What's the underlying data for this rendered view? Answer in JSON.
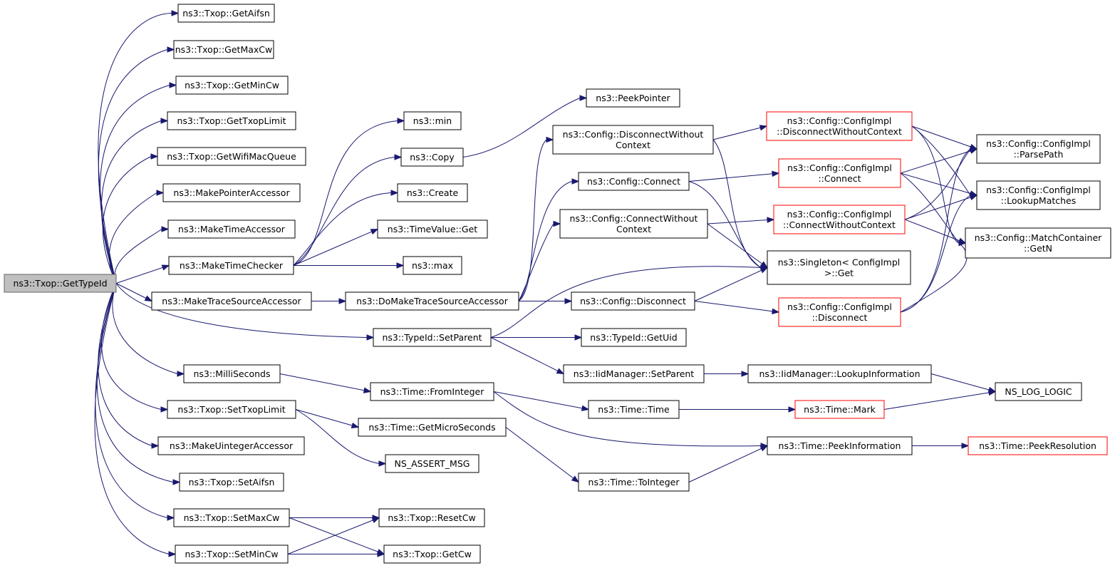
{
  "nodes": {
    "root": {
      "lines": [
        "ns3::Txop::GetTypeId"
      ]
    },
    "getaifsn": {
      "lines": [
        "ns3::Txop::GetAifsn"
      ]
    },
    "getmaxcw": {
      "lines": [
        "ns3::Txop::GetMaxCw"
      ]
    },
    "getmincw": {
      "lines": [
        "ns3::Txop::GetMinCw"
      ]
    },
    "gettxoplimit": {
      "lines": [
        "ns3::Txop::GetTxopLimit"
      ]
    },
    "getwifimacqueue": {
      "lines": [
        "ns3::Txop::GetWifiMacQueue"
      ]
    },
    "makepointeraccessor": {
      "lines": [
        "ns3::MakePointerAccessor"
      ]
    },
    "maketimeaccessor": {
      "lines": [
        "ns3::MakeTimeAccessor"
      ]
    },
    "maketimechecker": {
      "lines": [
        "ns3::MakeTimeChecker"
      ]
    },
    "maketracesourceaccessor": {
      "lines": [
        "ns3::MakeTraceSourceAccessor"
      ]
    },
    "millis": {
      "lines": [
        "ns3::MilliSeconds"
      ]
    },
    "settxoplimit": {
      "lines": [
        "ns3::Txop::SetTxopLimit"
      ]
    },
    "makeuintegeraccessor": {
      "lines": [
        "ns3::MakeUintegerAccessor"
      ]
    },
    "setaifsn": {
      "lines": [
        "ns3::Txop::SetAifsn"
      ]
    },
    "setmaxcw": {
      "lines": [
        "ns3::Txop::SetMaxCw"
      ]
    },
    "setmincw": {
      "lines": [
        "ns3::Txop::SetMinCw"
      ]
    },
    "min": {
      "lines": [
        "ns3::min"
      ]
    },
    "copy": {
      "lines": [
        "ns3::Copy"
      ]
    },
    "create": {
      "lines": [
        "ns3::Create"
      ]
    },
    "timevalueget": {
      "lines": [
        "ns3::TimeValue::Get"
      ]
    },
    "max": {
      "lines": [
        "ns3::max"
      ]
    },
    "domake": {
      "lines": [
        "ns3::DoMakeTraceSourceAccessor"
      ]
    },
    "setparent": {
      "lines": [
        "ns3::TypeId::SetParent"
      ]
    },
    "frominteger": {
      "lines": [
        "ns3::Time::FromInteger"
      ]
    },
    "getmicro": {
      "lines": [
        "ns3::Time::GetMicroSeconds"
      ]
    },
    "assertmsg": {
      "lines": [
        "NS_ASSERT_MSG"
      ]
    },
    "resetcw": {
      "lines": [
        "ns3::Txop::ResetCw"
      ]
    },
    "getcw": {
      "lines": [
        "ns3::Txop::GetCw"
      ]
    },
    "peekpointer": {
      "lines": [
        "ns3::PeekPointer"
      ]
    },
    "cfgdisconnectwc": {
      "lines": [
        "ns3::Config::DisconnectWithout",
        "Context"
      ]
    },
    "cfgconnect": {
      "lines": [
        "ns3::Config::Connect"
      ]
    },
    "cfgconnectwc": {
      "lines": [
        "ns3::Config::ConnectWithout",
        "Context"
      ]
    },
    "cfgdisconnect": {
      "lines": [
        "ns3::Config::Disconnect"
      ]
    },
    "getuid": {
      "lines": [
        "ns3::TypeId::GetUid"
      ]
    },
    "iidsetparent": {
      "lines": [
        "ns3::IidManager::SetParent"
      ]
    },
    "timetime": {
      "lines": [
        "ns3::Time::Time"
      ]
    },
    "totinteger": {
      "lines": [
        "ns3::Time::ToInteger"
      ]
    },
    "impldisconnectwc": {
      "lines": [
        "ns3::Config::ConfigImpl",
        "::DisconnectWithoutContext"
      ]
    },
    "implconnect": {
      "lines": [
        "ns3::Config::ConfigImpl",
        "::Connect"
      ]
    },
    "implconnectwc": {
      "lines": [
        "ns3::Config::ConfigImpl",
        "::ConnectWithoutContext"
      ]
    },
    "singleton": {
      "lines": [
        "ns3::Singleton< ConfigImpl",
        " >::Get"
      ]
    },
    "impldisconnect": {
      "lines": [
        "ns3::Config::ConfigImpl",
        "::Disconnect"
      ]
    },
    "lookupinfo": {
      "lines": [
        "ns3::IidManager::LookupInformation"
      ]
    },
    "mark": {
      "lines": [
        "ns3::Time::Mark"
      ]
    },
    "peekinfo": {
      "lines": [
        "ns3::Time::PeekInformation"
      ]
    },
    "parsepath": {
      "lines": [
        "ns3::Config::ConfigImpl",
        "::ParsePath"
      ]
    },
    "lookupmatches": {
      "lines": [
        "ns3::Config::ConfigImpl",
        "::LookupMatches"
      ]
    },
    "matchgetn": {
      "lines": [
        "ns3::Config::MatchContainer",
        "::GetN"
      ]
    },
    "nslog": {
      "lines": [
        "NS_LOG_LOGIC"
      ]
    },
    "peekres": {
      "lines": [
        "ns3::Time::PeekResolution"
      ]
    }
  },
  "colors": {
    "edge": "#191970",
    "node_border": "#000000",
    "truncated_border": "#ff0000",
    "root_fill": "#bfbfbf",
    "root_border": "#666666"
  }
}
